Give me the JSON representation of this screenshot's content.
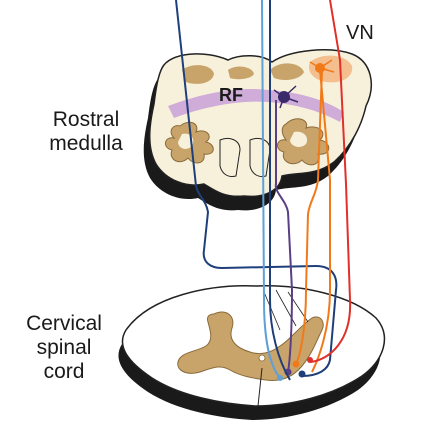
{
  "labels": {
    "rostral_medulla": [
      "Rostral",
      "medulla"
    ],
    "cervical_spinal_cord": [
      "Cervical",
      "spinal",
      "cord"
    ],
    "vn": "VN",
    "rf": "RF"
  },
  "colors": {
    "tissue_fill": "#f7f1dc",
    "tissue_outline": "#222222",
    "shadow": "#1a1a1a",
    "gray_matter": "#c8a46a",
    "gray_matter_dark": "#8a6a3a",
    "rf_band": "#c9a0d8",
    "vn_region": "#f2b27a",
    "tract_blue": "#1f3f7a",
    "tract_lightblue": "#5fa0d8",
    "tract_purple": "#5a3f86",
    "tract_orange": "#f07a1a",
    "tract_red": "#e0302a",
    "neuron": "#3a2a6a"
  }
}
